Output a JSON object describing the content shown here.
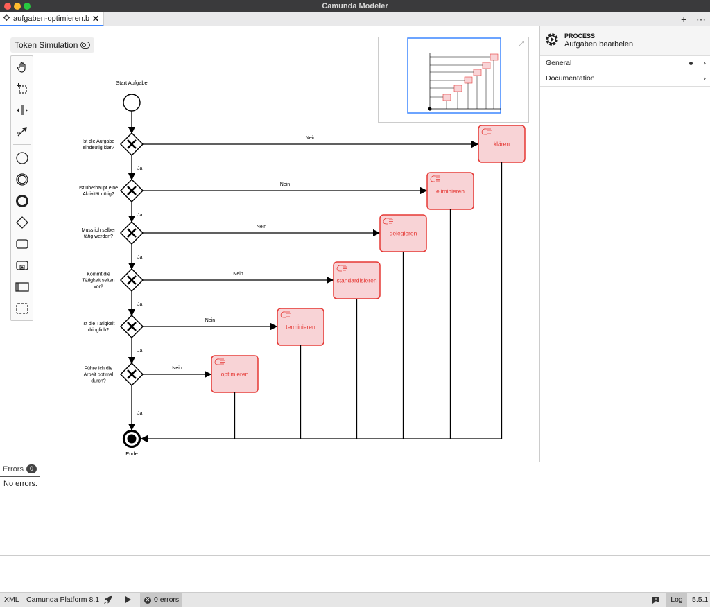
{
  "window": {
    "title": "Camunda Modeler"
  },
  "tabs": [
    {
      "label": "aufgaben-optimieren.bpmn"
    }
  ],
  "canvas": {
    "token_simulation_label": "Token Simulation",
    "start_label": "Start Aufgabe",
    "end_label": "Ende",
    "gateways": [
      {
        "question": [
          "Ist die Aufgabe",
          "eindeutig klar?"
        ],
        "no_label": "Nein",
        "yes_label": "Ja",
        "task": "klären"
      },
      {
        "question": [
          "Ist überhaupt eine",
          "Aktivität nötig?"
        ],
        "no_label": "Nein",
        "yes_label": "Ja",
        "task": "eliminieren"
      },
      {
        "question": [
          "Muss ich selber",
          "tätig werden?"
        ],
        "no_label": "Nein",
        "yes_label": "Ja",
        "task": "delegieren"
      },
      {
        "question": [
          "Kommt die",
          "Tätigkeit selten",
          "vor?"
        ],
        "no_label": "Nein",
        "yes_label": "Ja",
        "task": "standardisieren"
      },
      {
        "question": [
          "Ist die Tätigkeit",
          "dringlich?"
        ],
        "no_label": "Nein",
        "yes_label": "Ja",
        "task": "terminieren"
      },
      {
        "question": [
          "Führe ich die",
          "Arbeit optimal",
          "durch?"
        ],
        "no_label": "Nein",
        "yes_label": "Ja",
        "task": "optimieren"
      }
    ],
    "task_color": "#f8d3d6",
    "task_stroke": "#e53935"
  },
  "properties_panel": {
    "type_label": "PROCESS",
    "name": "Aufgaben bearbeien",
    "groups": [
      {
        "label": "General"
      },
      {
        "label": "Documentation"
      }
    ]
  },
  "errors_panel": {
    "tab_label": "Errors",
    "count": "0",
    "message": "No errors."
  },
  "status_bar": {
    "xml": "XML",
    "platform": "Camunda Platform 8.1",
    "errors": "0 errors",
    "log": "Log",
    "version": "5.5.1"
  }
}
